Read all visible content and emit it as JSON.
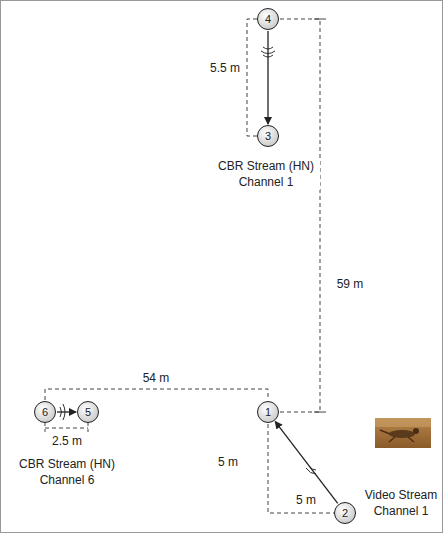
{
  "diagram": {
    "nodes": [
      {
        "text": [
          "1"
        ]
      },
      {
        "text": [
          "2"
        ]
      },
      {
        "text": [
          "3"
        ]
      },
      {
        "text": [
          "4"
        ]
      },
      {
        "text": [
          "5"
        ]
      },
      {
        "text": [
          "6"
        ]
      }
    ],
    "edges": [
      {
        "from": 3,
        "to": 2,
        "arrow": "to"
      },
      {
        "from": 1,
        "to": 0,
        "arrow": "to"
      },
      {
        "from": 5,
        "to": 4,
        "arrow": "to"
      }
    ],
    "labels": [
      "5.5 m",
      "CBR Stream (HN) Channel 1",
      "59 m",
      "54 m",
      "2.5 m",
      "CBR Stream (HN) Channel 6",
      "5 m",
      "5 m",
      "Video Stream Channel 1"
    ]
  }
}
